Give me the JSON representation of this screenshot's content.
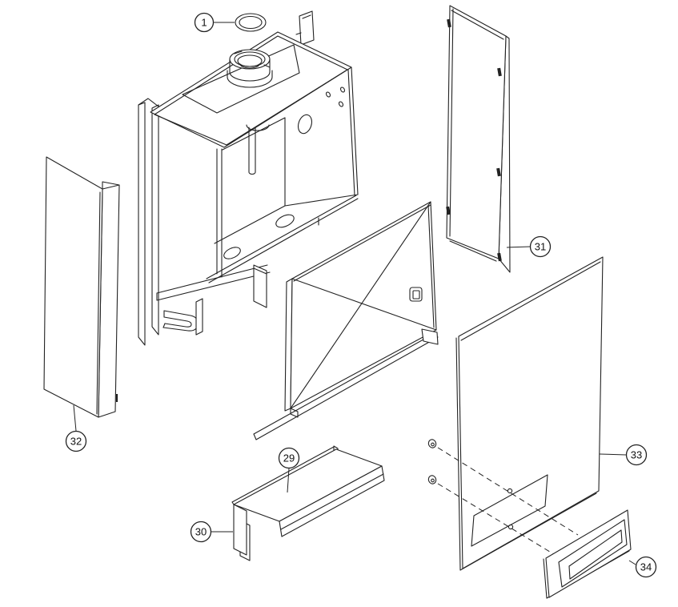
{
  "diagram": {
    "type": "exploded-parts-diagram",
    "background": "#ffffff",
    "line_color": "#222222",
    "callouts": [
      {
        "number": "1",
        "part": "gasket-ring"
      },
      {
        "number": "29",
        "part": "bottom-channel"
      },
      {
        "number": "30",
        "part": "end-bracket"
      },
      {
        "number": "31",
        "part": "side-panel-right"
      },
      {
        "number": "32",
        "part": "side-panel-left"
      },
      {
        "number": "33",
        "part": "front-panel"
      },
      {
        "number": "34",
        "part": "vent-bezel-frame"
      }
    ]
  }
}
